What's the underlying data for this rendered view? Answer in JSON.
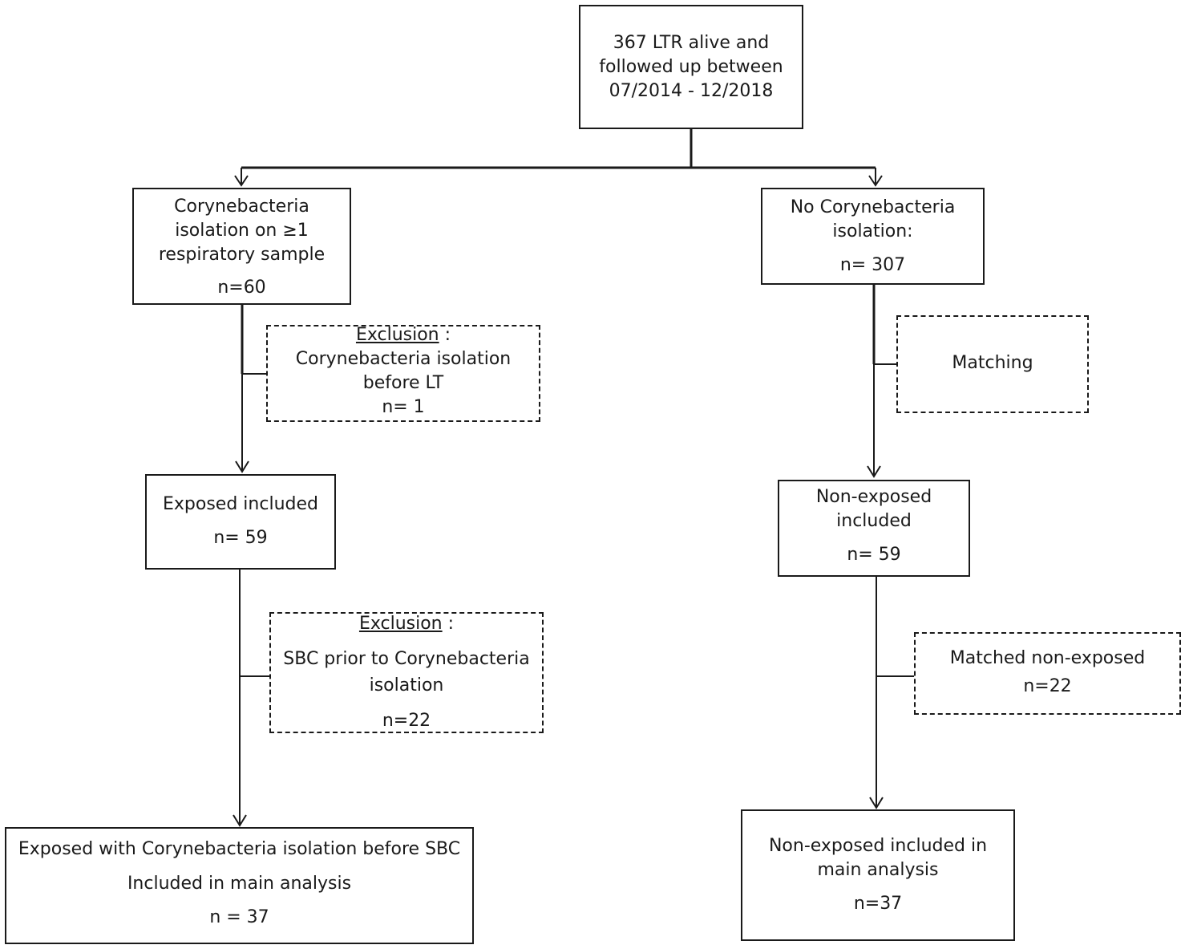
{
  "flowchart": {
    "top": {
      "lines": [
        "367 LTR alive and",
        "followed up between",
        "07/2014 - 12/2018"
      ]
    },
    "left": {
      "isolation": {
        "lines": [
          "Corynebacteria",
          "isolation on ≥1",
          "respiratory sample"
        ],
        "count": "n=60"
      },
      "exclusion1": {
        "heading": "Exclusion",
        "colon": " :",
        "lines": [
          "Corynebacteria isolation",
          "before LT"
        ],
        "count": "n= 1"
      },
      "exposed": {
        "line": "Exposed included",
        "count": "n= 59"
      },
      "exclusion2": {
        "heading": "Exclusion",
        "colon": " :",
        "lines": [
          "SBC prior to Corynebacteria",
          "isolation"
        ],
        "count": "n=22"
      },
      "final": {
        "lines": [
          "Exposed with Corynebacteria isolation before SBC",
          "Included in main analysis"
        ],
        "count": "n = 37"
      }
    },
    "right": {
      "no_isolation": {
        "lines": [
          "No Corynebacteria",
          "isolation:"
        ],
        "count": "n= 307"
      },
      "matching": {
        "line": "Matching"
      },
      "non_exposed": {
        "lines": [
          "Non-exposed",
          "included"
        ],
        "count": "n= 59"
      },
      "matched": {
        "line": "Matched non-exposed",
        "count": "n=22"
      },
      "final": {
        "lines": [
          "Non-exposed included in",
          "main analysis"
        ],
        "count": "n=37"
      }
    }
  }
}
